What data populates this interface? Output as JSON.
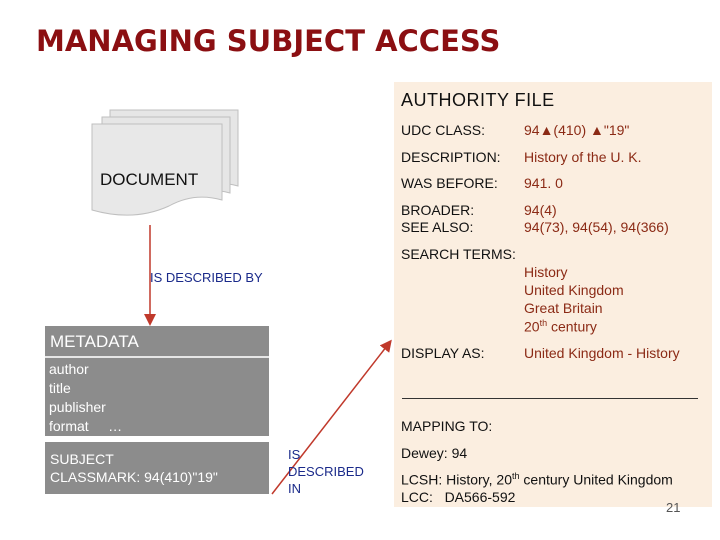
{
  "title": "MANAGING SUBJECT ACCESS",
  "document_label": "DOCUMENT",
  "described_by": "IS DESCRIBED BY",
  "metadata": {
    "heading": "METADATA",
    "lines": [
      "author",
      "title",
      "publisher",
      "format     …"
    ],
    "subject_line1": "SUBJECT",
    "subject_line2": "CLASSMARK: 94(410)\"19\""
  },
  "described_in": [
    "IS",
    "DESCRIBED",
    "IN"
  ],
  "authority": {
    "title": "AUTHORITY FILE",
    "udc_label": "UDC CLASS:",
    "udc_value": "94▲(410) ▲\"19\"",
    "description_label": "DESCRIPTION:",
    "description_value": "History of the U. K.",
    "was_before_label": "WAS BEFORE:",
    "was_before_value": "941. 0",
    "broader_label": "BROADER:",
    "broader_value": "94(4)",
    "see_also_label": "SEE ALSO:",
    "see_also_value": "94(73), 94(54), 94(366)",
    "search_terms_label": "SEARCH TERMS:",
    "search_terms": [
      "History",
      "United Kingdom",
      "Great Britain"
    ],
    "century_num": "20",
    "century_sup": "th",
    "century_word": " century",
    "display_label": "DISPLAY AS:",
    "display_value": "United Kingdom - History",
    "mapping_label": "MAPPING TO:",
    "dewey": "Dewey: 94",
    "lcsh_prefix": "LCSH: History, 20",
    "lcsh_sup": "th",
    "lcsh_suffix": " century United Kingdom",
    "lcc": "LCC:   DA566-592"
  },
  "page_number": "21",
  "colors": {
    "title": "#8b0f12",
    "arrow": "#c0392b",
    "metadata_bg": "#8c8c8c",
    "authority_bg": "#fbeee0"
  }
}
